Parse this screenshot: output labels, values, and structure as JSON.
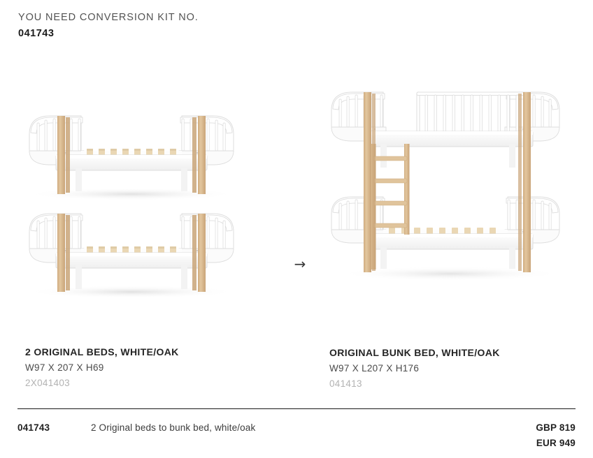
{
  "header": {
    "line1": "YOU NEED CONVERSION KIT NO.",
    "line2": "041743"
  },
  "arrow": {
    "glyph": "→",
    "name": "arrow-right-icon"
  },
  "products": [
    {
      "title": "2 ORIGINAL BEDS, WHITE/OAK",
      "dimensions": "W97 X 207 X H69",
      "sku": "2X041403",
      "illustration": "two-single-beds-white-oak"
    },
    {
      "title": "ORIGINAL BUNK BED, WHITE/OAK",
      "dimensions": "W97 X L207 X H176",
      "sku": "041413",
      "illustration": "bunk-bed-white-oak"
    }
  ],
  "footer": {
    "sku": "041743",
    "description": "2 Original beds to bunk bed, white/oak",
    "price_gbp": "GBP 819",
    "price_eur": "EUR 949"
  },
  "colors": {
    "oak": "#d9b98f",
    "oak_dark": "#c2a177",
    "oak_light": "#e6cfad",
    "white_frame": "#ffffff",
    "white_shade": "#f0f0f0",
    "outline": "#dcdcdc",
    "slat": "#ead7b4",
    "text_dark": "#222222",
    "text_gray": "#535353",
    "text_light": "#b3b3b3"
  }
}
